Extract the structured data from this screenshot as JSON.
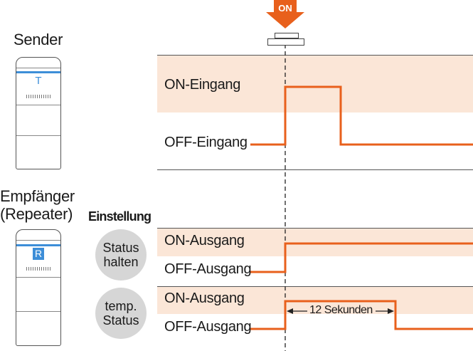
{
  "switch": {
    "label": "ON"
  },
  "devices": {
    "sender": {
      "title": "Sender",
      "badge": "T"
    },
    "receiver": {
      "title_line1": "Empfänger",
      "title_line2": "(Repeater)",
      "badge": "R"
    }
  },
  "setting": {
    "title": "Einstellung"
  },
  "modes": [
    {
      "line1": "Status",
      "line2": "halten"
    },
    {
      "line1": "temp.",
      "line2": "Status"
    }
  ],
  "signals": {
    "input": {
      "on_label": "ON-Eingang",
      "off_label": "OFF-Eingang"
    },
    "hold": {
      "on_label": "ON-Ausgang",
      "off_label": "OFF-Ausgang"
    },
    "temp": {
      "on_label": "ON-Ausgang",
      "off_label": "OFF-Ausgang",
      "duration_label": "12 Sekunden"
    }
  },
  "colors": {
    "signal": "#e8601c",
    "band": "#fbe6d7",
    "badge": "#3d8ed8",
    "arrow": "#e8601c"
  }
}
